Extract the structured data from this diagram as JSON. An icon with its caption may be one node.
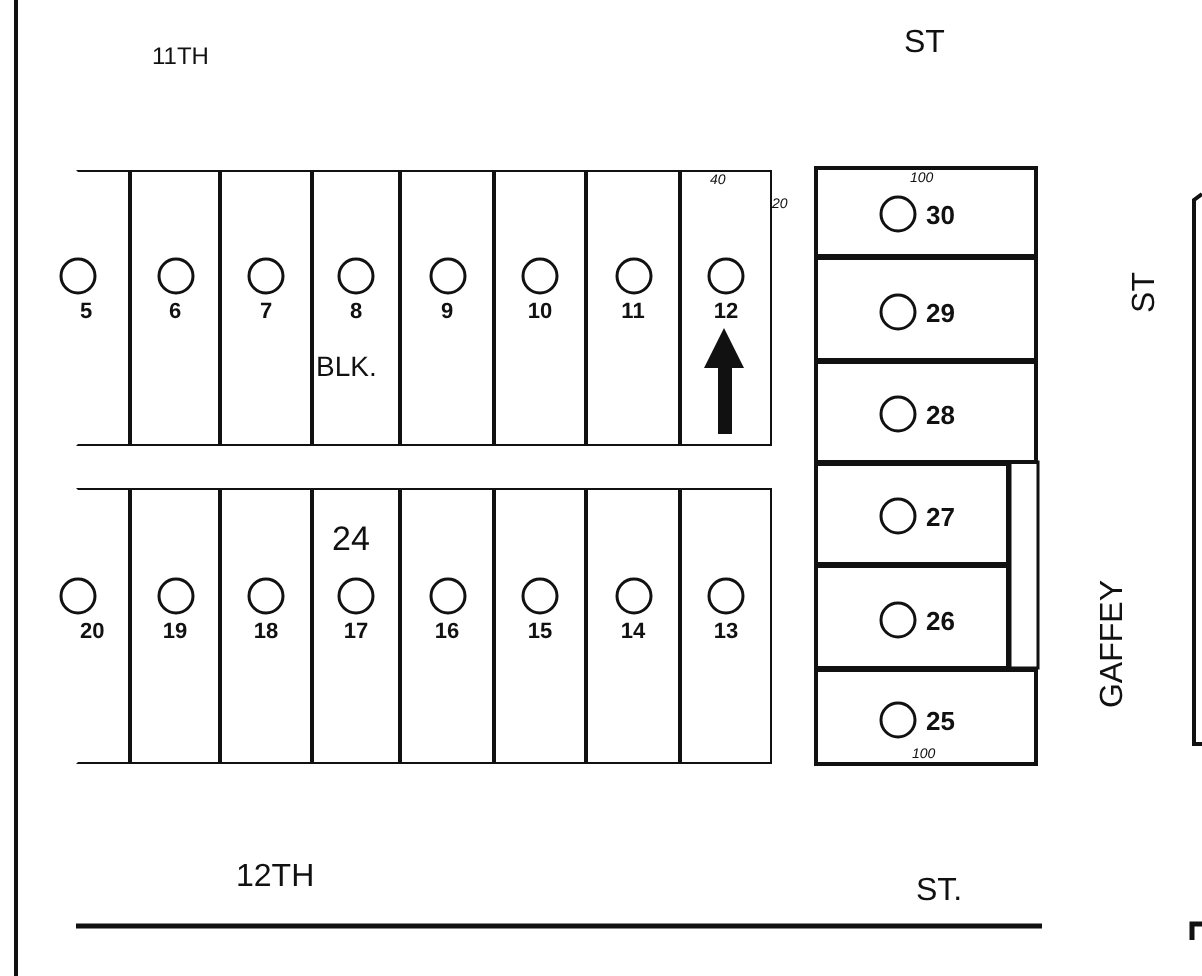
{
  "diagram": {
    "nodes": [
      {
        "text": [
          "5"
        ]
      },
      {
        "text": [
          "6"
        ]
      },
      {
        "text": [
          "7"
        ]
      },
      {
        "text": [
          "8"
        ]
      },
      {
        "text": [
          "9"
        ]
      },
      {
        "text": [
          "10"
        ]
      },
      {
        "text": [
          "11"
        ]
      },
      {
        "text": [
          "12"
        ]
      },
      {
        "text": [
          "30"
        ]
      },
      {
        "text": [
          "29"
        ]
      },
      {
        "text": [
          "28"
        ]
      },
      {
        "text": [
          "27"
        ]
      },
      {
        "text": [
          "26"
        ]
      },
      {
        "text": [
          "25"
        ]
      },
      {
        "text": [
          "20"
        ]
      },
      {
        "text": [
          "19"
        ]
      },
      {
        "text": [
          "18"
        ]
      },
      {
        "text": [
          "17"
        ]
      },
      {
        "text": [
          "16"
        ]
      },
      {
        "text": [
          "15"
        ]
      },
      {
        "text": [
          "14"
        ]
      },
      {
        "text": [
          "13"
        ]
      }
    ],
    "edges": [],
    "labels": [
      "11TH",
      "ST",
      "40",
      "100",
      "20",
      "BLK.",
      "24",
      "ST",
      "GAFFEY",
      "100",
      "12TH",
      "ST."
    ]
  }
}
